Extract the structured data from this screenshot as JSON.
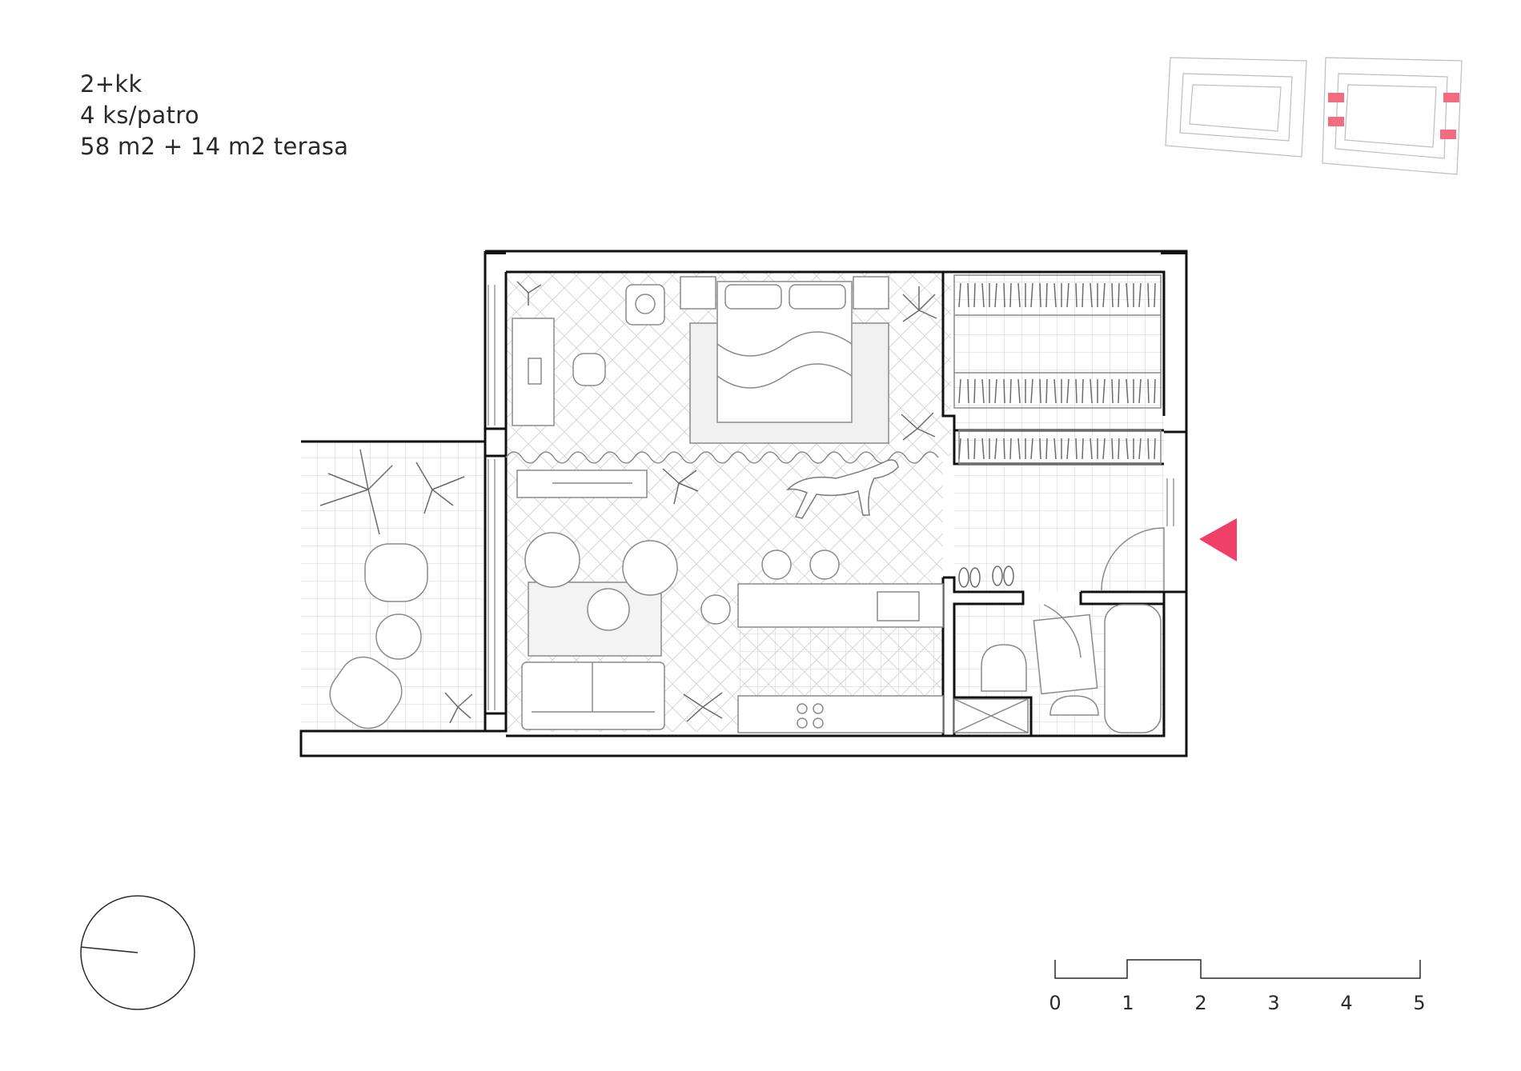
{
  "unit_info": {
    "type": "2+kk",
    "per_floor": "4 ks/patro",
    "area": "58 m2 + 14 m2 terasa"
  },
  "scale_bar": {
    "labels": [
      "0",
      "1",
      "2",
      "3",
      "4",
      "5"
    ]
  },
  "colors": {
    "accent": "#f0406a",
    "wall": "#111111",
    "line": "#9a9a9a",
    "text": "#2a2a2a"
  },
  "icons": [
    "entrance-arrow-icon",
    "north-compass-icon",
    "plant-icon",
    "dog-icon",
    "shoes-icon"
  ]
}
